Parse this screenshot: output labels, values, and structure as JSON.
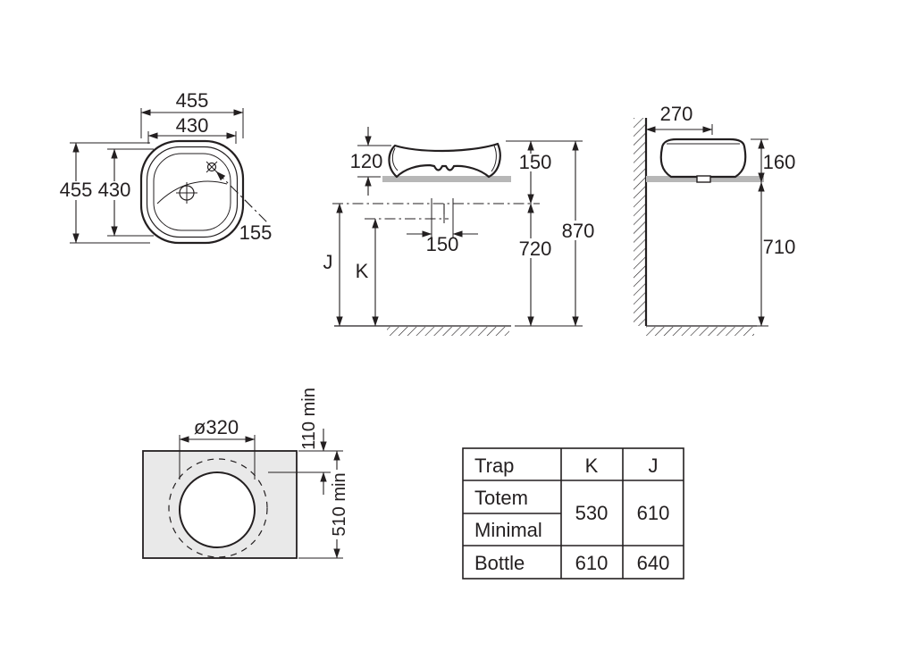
{
  "top_view": {
    "width_outer": "455",
    "width_inner": "430",
    "depth_outer": "455",
    "depth_inner": "430",
    "taphole_offset": "155"
  },
  "front_view": {
    "basin_height": "120",
    "rim_to_supply": "150",
    "supply_spacing": "150",
    "supply_height": "720",
    "rim_height": "870",
    "trap_j_label": "J",
    "trap_k_label": "K"
  },
  "side_view": {
    "wall_offset": "270",
    "basin_height": "160",
    "counter_height": "710"
  },
  "cutout_view": {
    "hole_diameter": "ø320",
    "rear_clearance": "110 min",
    "counter_depth": "510 min"
  },
  "trap_table": {
    "headers": {
      "trap": "Trap",
      "k": "K",
      "j": "J"
    },
    "rows": {
      "totem_label": "Totem",
      "minimal_label": "Minimal",
      "bottle_label": "Bottle",
      "totem_minimal_k": "530",
      "totem_minimal_j": "610",
      "bottle_k": "610",
      "bottle_j": "640"
    }
  },
  "colors": {
    "line": "#231f20",
    "counter_bar": "#b7b7b7",
    "counter_fill": "#e9e9e9"
  }
}
